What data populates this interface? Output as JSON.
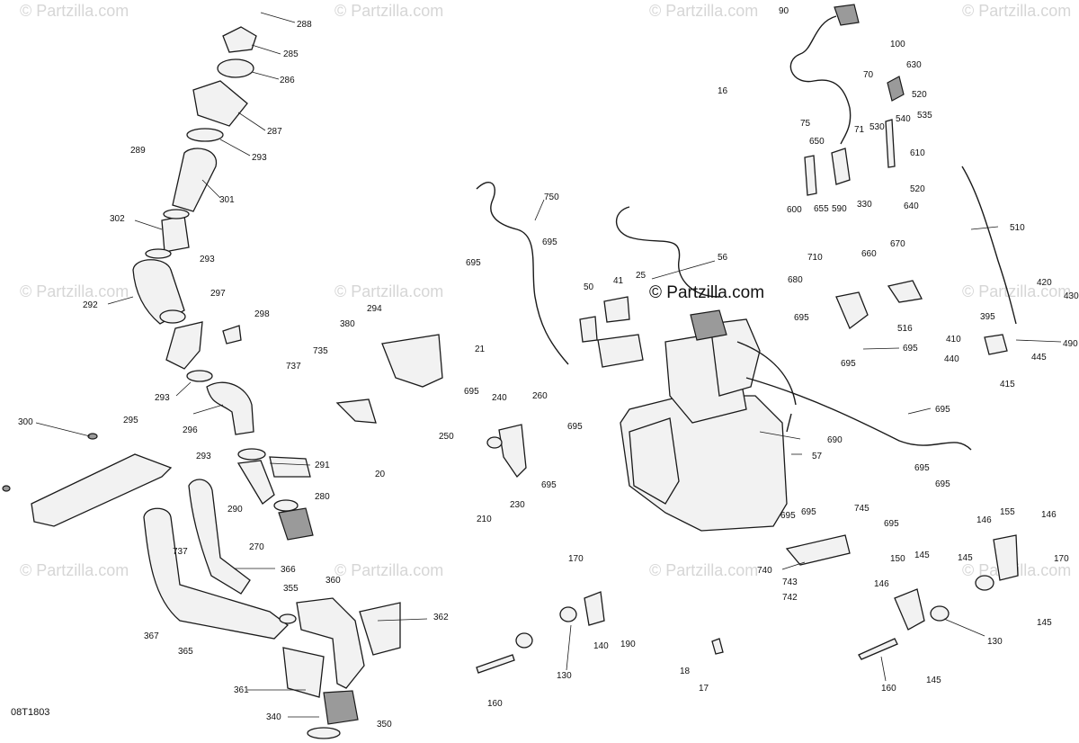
{
  "watermark": "© Partzilla.com",
  "center_brand": "© Partzilla.com",
  "diagram_code": "08T1803",
  "callouts": [
    "288",
    "285",
    "286",
    "287",
    "289",
    "293",
    "301",
    "302",
    "293",
    "292",
    "297",
    "298",
    "293",
    "296",
    "300",
    "295",
    "293",
    "291",
    "290",
    "280",
    "270",
    "737",
    "366",
    "367",
    "365",
    "355",
    "360",
    "362",
    "361",
    "340",
    "350",
    "380",
    "294",
    "735",
    "737",
    "21",
    "20",
    "750",
    "695",
    "695",
    "50",
    "41",
    "25",
    "56",
    "695",
    "240",
    "260",
    "695",
    "250",
    "230",
    "695",
    "210",
    "57",
    "690",
    "90",
    "100",
    "70",
    "16",
    "630",
    "520",
    "75",
    "71",
    "530",
    "540",
    "535",
    "650",
    "610",
    "600",
    "655",
    "590",
    "330",
    "520",
    "640",
    "510",
    "710",
    "670",
    "660",
    "680",
    "695",
    "516",
    "695",
    "695",
    "420",
    "430",
    "395",
    "410",
    "440",
    "445",
    "490",
    "415",
    "695",
    "695",
    "695",
    "695",
    "695",
    "745",
    "695",
    "740",
    "743",
    "742",
    "170",
    "140",
    "190",
    "130",
    "160",
    "18",
    "17",
    "150",
    "145",
    "146",
    "146",
    "155",
    "146",
    "145",
    "170",
    "130",
    "145",
    "160",
    "145"
  ]
}
